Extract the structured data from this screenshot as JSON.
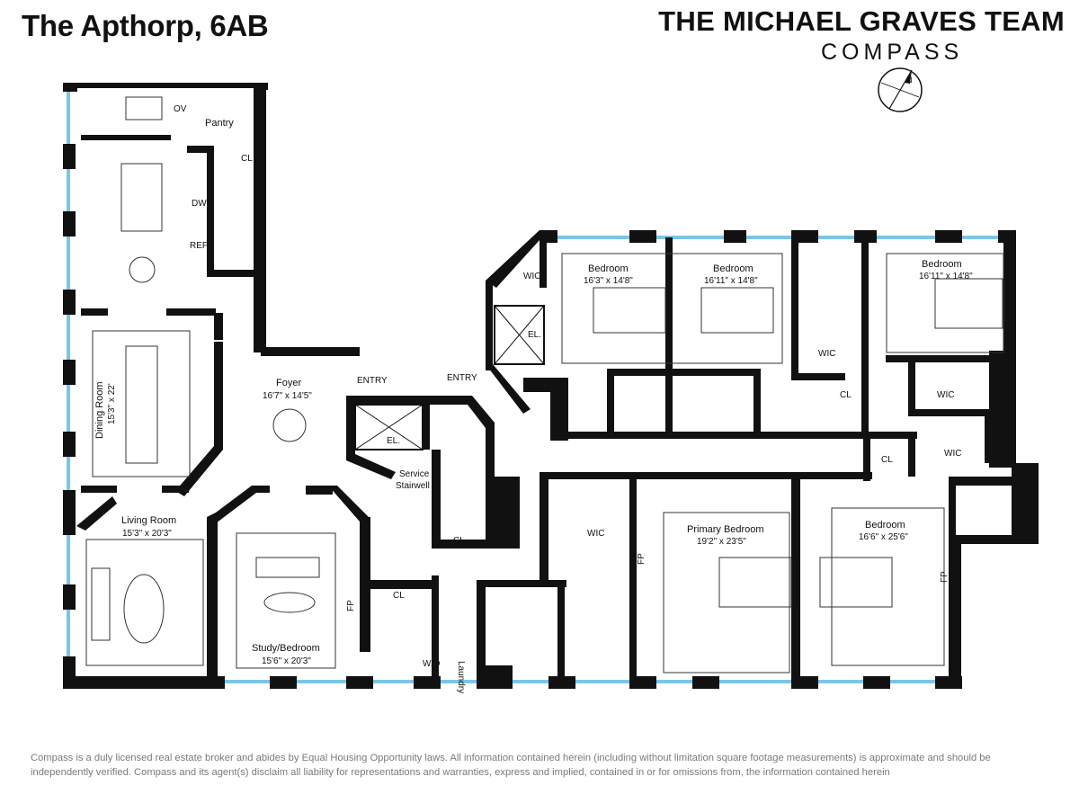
{
  "header": {
    "listing_title": "The Apthorp, 6AB",
    "team_name": "THE MICHAEL GRAVES TEAM",
    "brand": "COMPASS",
    "north_label": "N"
  },
  "rooms": {
    "pantry": "Pantry",
    "ov": "OV",
    "dw": "DW",
    "ref": "REF",
    "cl_kitchen": "CL",
    "dining_name": "Dining Room",
    "dining_dim": "15'3\" x 22'",
    "foyer_name": "Foyer",
    "foyer_dim": "16'7\" x 14'5\"",
    "entry_main": "ENTRY",
    "entry_side": "ENTRY",
    "el_main": "EL.",
    "el_side": "EL.",
    "service_line1": "Service",
    "service_line2": "Stairwell",
    "cl_service": "CL",
    "cl_stair": "CL",
    "living_name": "Living Room",
    "living_dim": "15'3\" x 20'3\"",
    "study_name": "Study/Bedroom",
    "study_dim": "15'6\" x 20'3\"",
    "fp_study": "FP",
    "cl_bath": "CL",
    "wd": "W/D",
    "laundry": "Laundry",
    "wic_bed1": "WIC",
    "bed1_name": "Bedroom",
    "bed1_dim": "16'3\" x 14'8\"",
    "bed2_name": "Bedroom",
    "bed2_dim": "16'11\" x 14'8\"",
    "bed3_name": "Bedroom",
    "bed3_dim": "16'11\" x 14'8\"",
    "wic_mid": "WIC",
    "cl_mid": "CL",
    "wic_bed3": "WIC",
    "cl_hall": "CL",
    "wic_right": "WIC",
    "wic_primary": "WIC",
    "fp_primary_wic": "FP",
    "primary_name": "Primary Bedroom",
    "primary_dim": "19'2\" x 23'5\"",
    "bed4_name": "Bedroom",
    "bed4_dim": "16'6\" x 25'6\"",
    "fp_bed4": "FP"
  },
  "footer": {
    "disclaimer": "Compass is a duly licensed real estate broker and abides by Equal Housing Opportunity laws.  All information contained herein (including without limitation square footage measurements) is approximate and should be independently verified. Compass and its agent(s) disclaim all liability for representations and warranties, express and implied, contained in or for omissions from, the information contained herein"
  },
  "colors": {
    "wall": "#111111",
    "window": "#7cc6e4",
    "furniture": "#333333",
    "disclaimer": "#7a7a7a"
  }
}
